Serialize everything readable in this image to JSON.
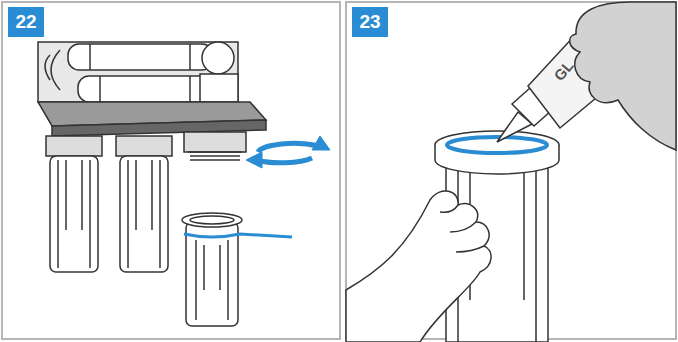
{
  "diagram": {
    "labels": [
      "22",
      "23",
      "GL"
    ]
  }
}
